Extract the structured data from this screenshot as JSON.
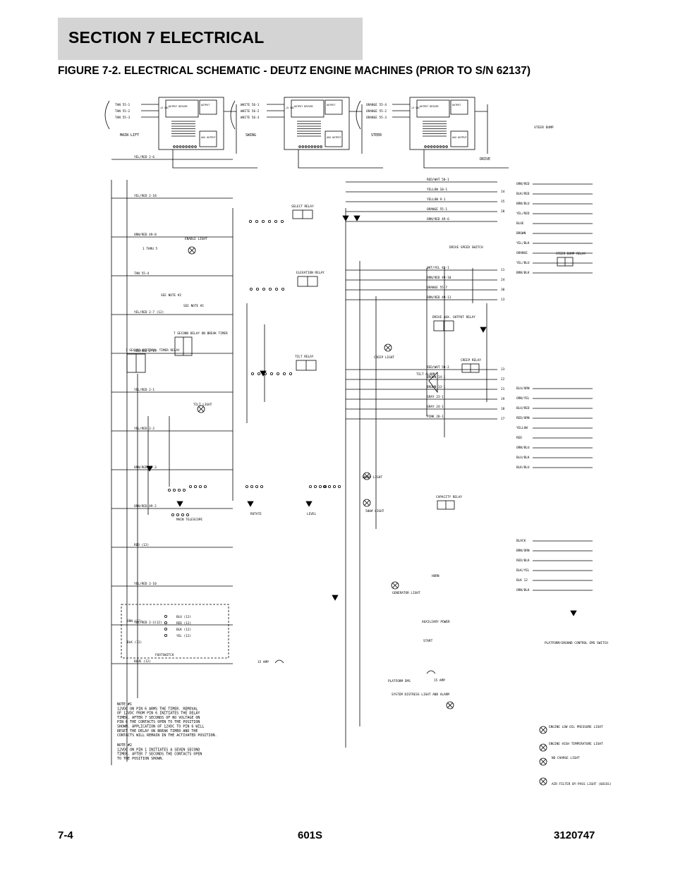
{
  "header": {
    "section": "SECTION 7   ELECTRICAL",
    "figure_title": "FIGURE 7-2. ELECTRICAL SCHEMATIC - DEUTZ ENGINE MACHINES (PRIOR TO S/N 62137)"
  },
  "footer": {
    "page": "7-4",
    "model": "601S",
    "doc": "3120747"
  },
  "schematic": {
    "drivers": [
      {
        "label": "MAIN LIFT",
        "pins": [
          "TAN 55-1",
          "TAN 55-2",
          "TAN 55-3"
        ]
      },
      {
        "label": "SWING",
        "pins": [
          "WHITE 56-1",
          "WHITE 56-2",
          "WHITE 56-3"
        ]
      },
      {
        "label": "STEER",
        "pins": [
          "ORANGE 55-4",
          "ORANGE 55-2",
          "ORANGE 55-3"
        ]
      }
    ],
    "driver_cells": [
      "OUTPUT DRIVER",
      "OUTPUT",
      "AUX OUTPUT"
    ],
    "top_labels": {
      "drive": "DRIVE",
      "steer_dump": "STEER DUMP",
      "vdc": "+5 VDC"
    },
    "relays": [
      {
        "label": "SELECT RELAY"
      },
      {
        "label": "ELEVATION RELAY"
      },
      {
        "label": "TILT RELAY"
      },
      {
        "label": "DRIVE AUX. OUTPUT RELAY"
      },
      {
        "label": "CREEP RELAY"
      },
      {
        "label": "CAPACITY RELAY"
      },
      {
        "label": "STEER DUMP RELAY"
      },
      {
        "label": "7 SECOND DELAY ON BREAK TIMER"
      },
      {
        "label": "7 SECOND DEFERRAL TIMER RELAY"
      }
    ],
    "components": {
      "enable_light": "ENABLE LIGHT",
      "tilt_light": "TILT LIGHT",
      "creep_light": "CREEP LIGHT",
      "tilt_alarm": "TILT ALARM",
      "drive_speed": "DRIVE SPEED SWITCH",
      "horn": "HORN",
      "light_1000": "1000# LIGHT",
      "light_500": "500# LIGHT",
      "generator": "GENERATOR LIGHT",
      "aux_power": "AUXILIARY POWER",
      "start": "START",
      "platform_ems": "PLATFORM EMS",
      "footswitch": "FOOTSWITCH",
      "amp15a": "15 AMP",
      "amp15b": "15 AMP",
      "distress": "SYSTEM DISTRESS LIGHT AND ALARM",
      "pf_ems": "PLATFORM/GROUND CONTROL EMS SWITCH",
      "oil": "ENGINE LOW OIL PRESSURE LIGHT",
      "temp": "ENGINE HIGH TEMPERATURE LIGHT",
      "nocharge": "NO CHARGE LIGHT",
      "airfilter": "AIR FILTER BY-PASS LIGHT (601SS)",
      "main_tele": "MAIN TELESCOPE",
      "rotate": "ROTATE",
      "level": "LEVEL",
      "thru": "1 THRU 5",
      "note2ref": "SEE NOTE #2",
      "note1ref": "SEE NOTE #1"
    },
    "wires_right": [
      {
        "label": "RED/WHT 50-1",
        "pin": ""
      },
      {
        "label": "YELLOW 10-1",
        "pin": "14"
      },
      {
        "label": "YELLOW 9-1",
        "pin": "15"
      },
      {
        "label": "ORANGE 55-1",
        "pin": "20"
      },
      {
        "label": "ORN/RED 49-6",
        "pin": ""
      },
      {
        "label": "WHT/YEL 48-1",
        "pin": "11"
      },
      {
        "label": "ORN/RED 49-10",
        "pin": "24"
      },
      {
        "label": "ORANGE 55-7",
        "pin": "30"
      },
      {
        "label": "ORN/RED 49-11",
        "pin": "13"
      },
      {
        "label": "RED/WHT 50-2",
        "pin": "23"
      },
      {
        "label": "BROWN 14-1",
        "pin": "22"
      },
      {
        "label": "BROWN 13-1",
        "pin": "21"
      },
      {
        "label": "GRAY 23-1",
        "pin": "19"
      },
      {
        "label": "GRAY 24-1",
        "pin": "18"
      },
      {
        "label": "PINK 28-1",
        "pin": "17"
      }
    ],
    "right_terminals": [
      "ORN/RED",
      "BLK/RED",
      "BRN/BLU",
      "YEL/RED",
      "BLUE",
      "BROWN",
      "YEL/BLK",
      "ORANGE",
      "YEL/BLU",
      "BRN/BLK",
      "BLU/ORN",
      "ORN/YEL",
      "BLU/RED",
      "RED/ORN",
      "YELLOW",
      "RED",
      "ORN/BLU",
      "BLU/BLK",
      "BLK/BLU",
      "BLACK",
      "BRN/ORN",
      "RED/BLK",
      "BLK/YEL",
      "BLK 12",
      "ORN/BLK"
    ],
    "left_wires": [
      "YEL/RED 2-6",
      "YEL/RED 2-18",
      "ORN/RED 49-8",
      "TAN 55-4",
      "YEL/RED 2-7 (12)",
      "YEL/RED 2-17",
      "YEL/RED 2-1",
      "YEL/RED 2-2",
      "ORN/RED 49-3",
      "ORN/RED 49-2",
      "RED (12)",
      "YEL/RED 2-10",
      "YEL/RED 2-3(12)",
      "BLUE (12)"
    ],
    "footswitch_wires": [
      "BLU (12)",
      "RED (12)",
      "BLK (12)",
      "YEL (12)",
      "ORN (12)",
      "BLK (12)"
    ],
    "note1": [
      "NOTE #1",
      "12VDC ON PIN 6 ARMS THE TIMER. REMOVAL",
      "OF 12VDC FROM PIN 6 INITIATES THE DELAY",
      "TIMER. AFTER 7 SECONDS OF NO VOLTAGE ON",
      "PIN 6 THE CONTACTS OPEN TO THE POSITION",
      "SHOWN. APPLICATION OF 12VDC TO PIN 6 WILL",
      "RESET THE DELAY ON BREAK TIMER AND THE",
      "CONTACTS WILL REMAIN IN THE ACTIVATED POSITION."
    ],
    "note2": [
      "NOTE #2",
      "12VDC ON PIN 1 INITIATES A SEVEN SECOND",
      "TIMER. AFTER 7 SECONDS THE CONTACTS OPEN",
      "TO THE POSITION SHOWN."
    ]
  }
}
